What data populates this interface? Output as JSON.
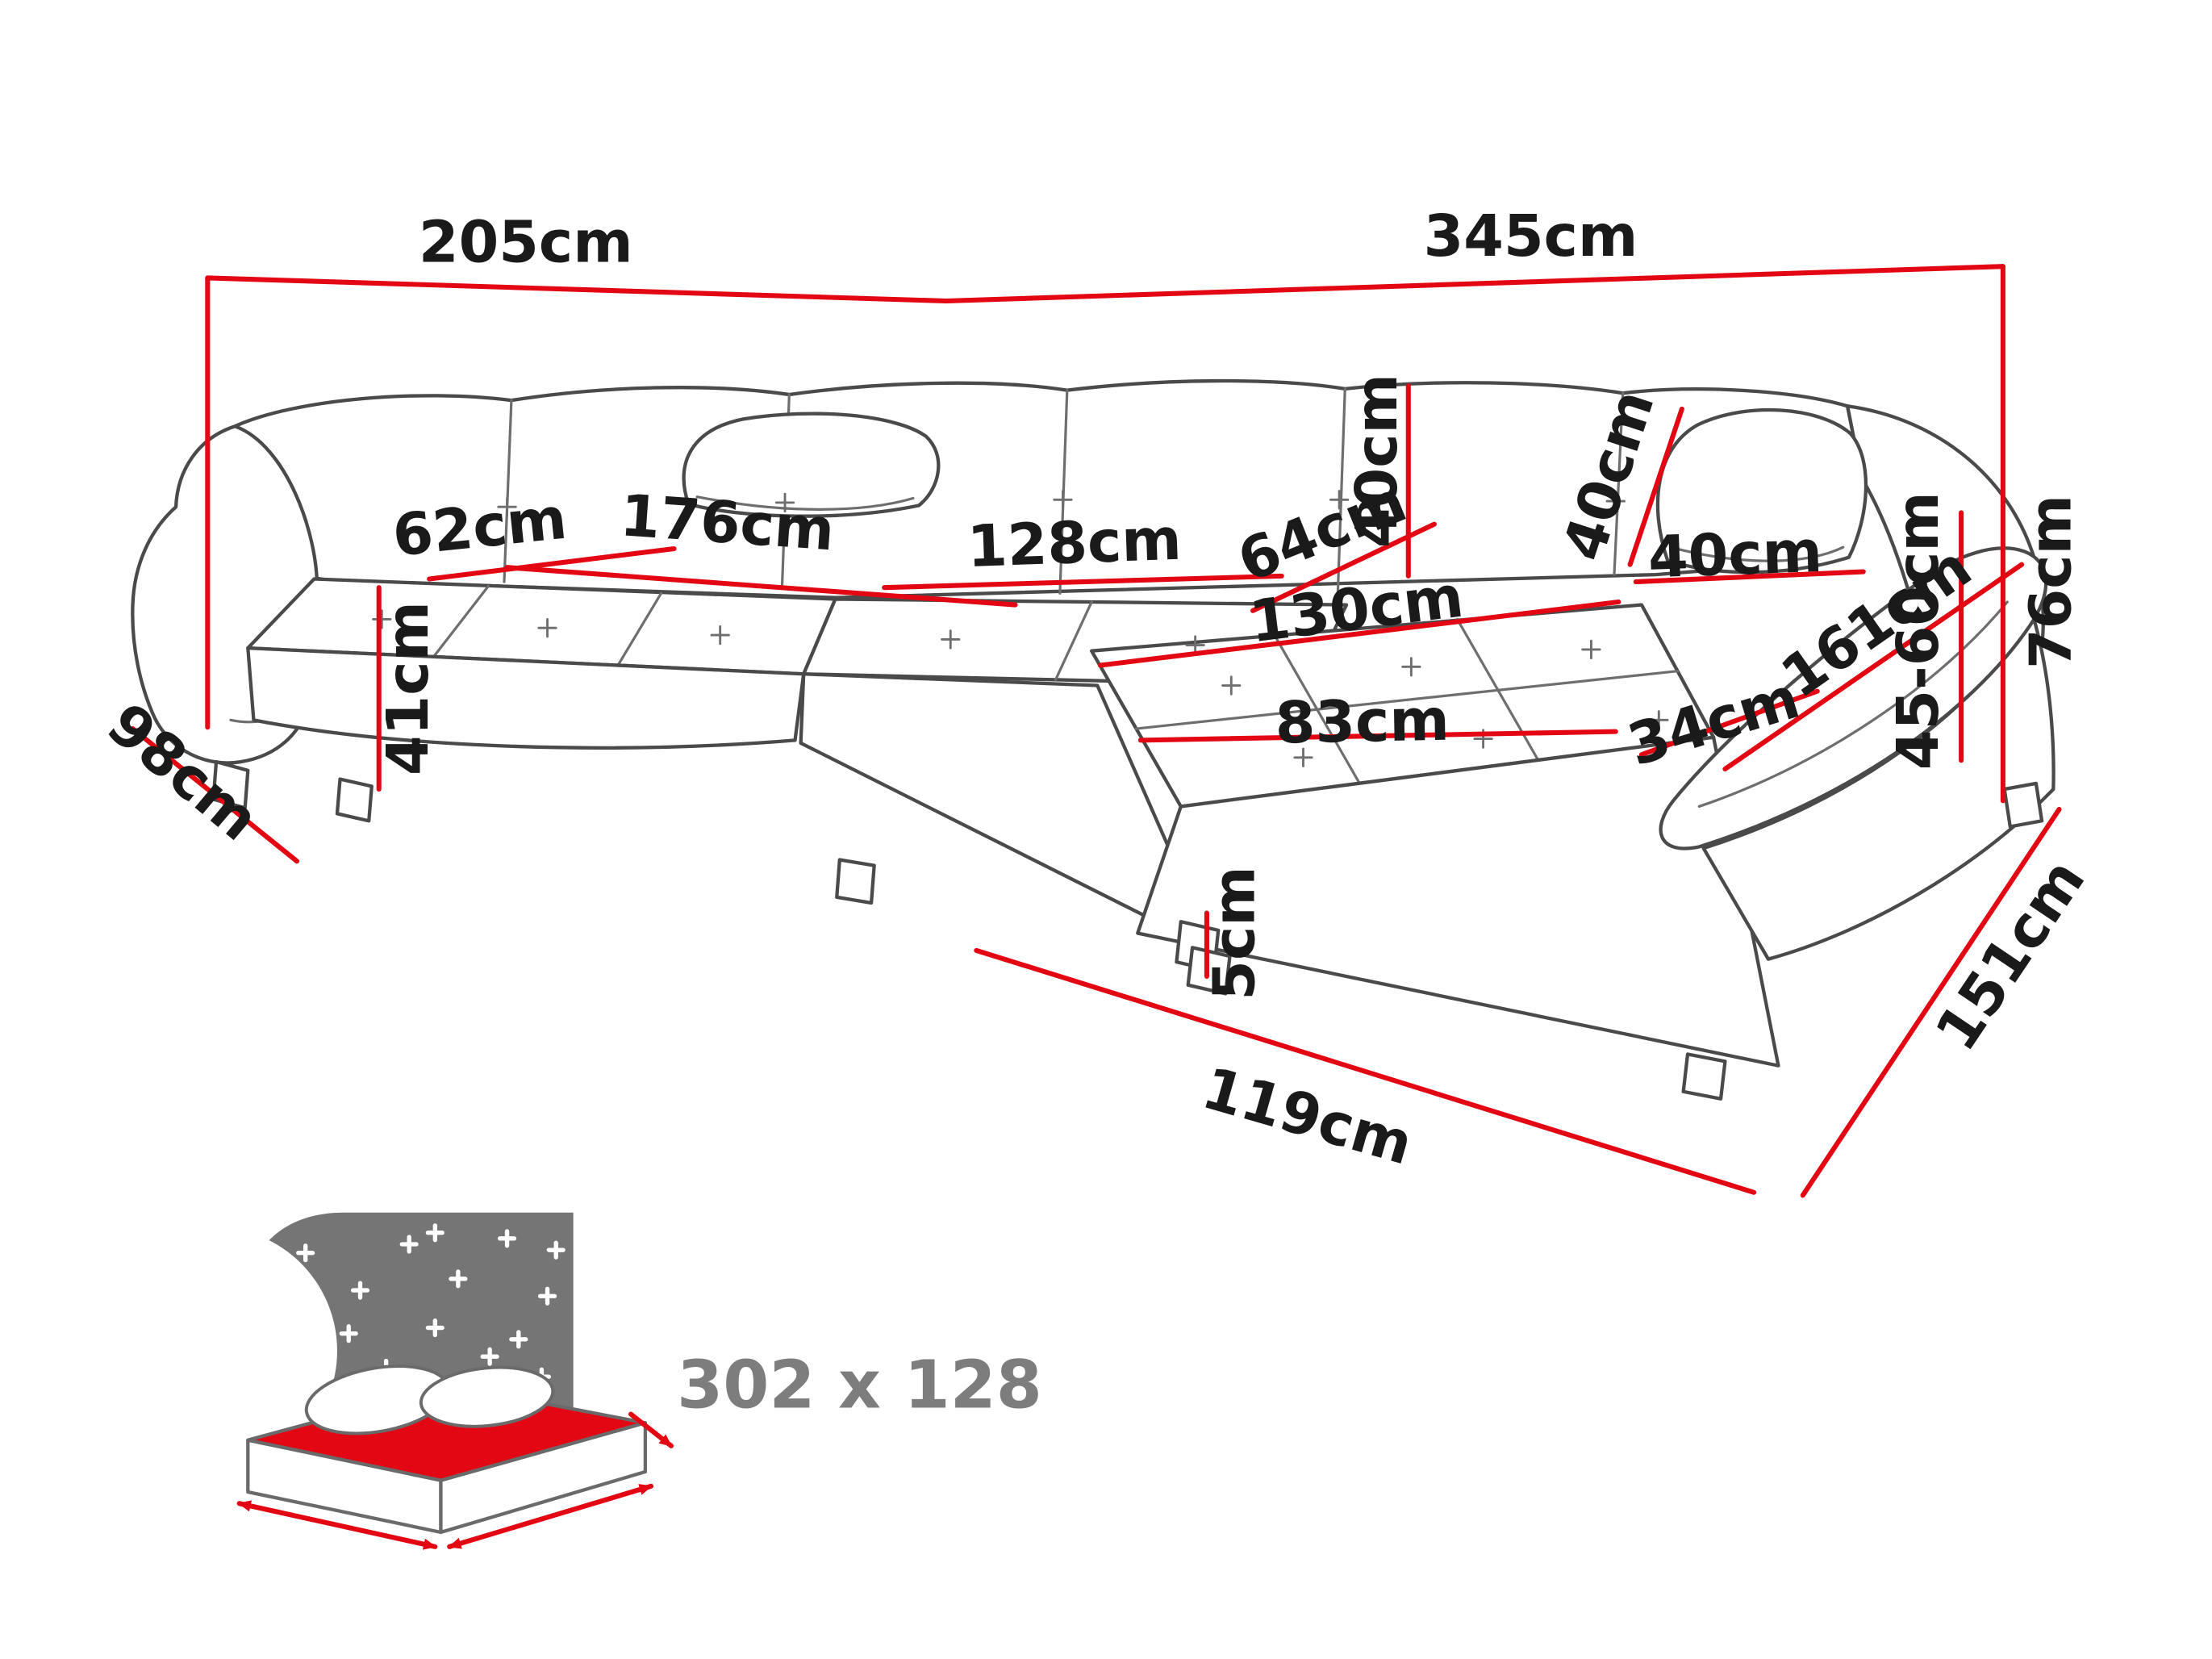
{
  "diagram": {
    "accent_color": "#e30613",
    "outline_color": "#4a4a4a",
    "label_color": "#1a1a1a",
    "unit": "cm"
  },
  "dims": {
    "back_width_left": "205cm",
    "back_width_right": "345cm",
    "left_seat_depth": "62cm",
    "left_seat_length": "176cm",
    "middle_seat_width": "128cm",
    "middle_seat_depth": "64cm",
    "backrest_height": "40cm",
    "pillow_height": "40cm",
    "pillow_width": "40cm",
    "seat_height": "41cm",
    "left_side_depth": "98cm",
    "chaise_length": "130cm",
    "chaise_seat_width": "83cm",
    "armrest_width": "34cm",
    "armrest_length": "161cm",
    "total_height": "76cm",
    "armrest_height_range": "45-60cm",
    "right_side_depth": "151cm",
    "leg_height": "5cm",
    "front_edge_width": "119cm"
  },
  "sleep": {
    "size": "302 x 128"
  }
}
